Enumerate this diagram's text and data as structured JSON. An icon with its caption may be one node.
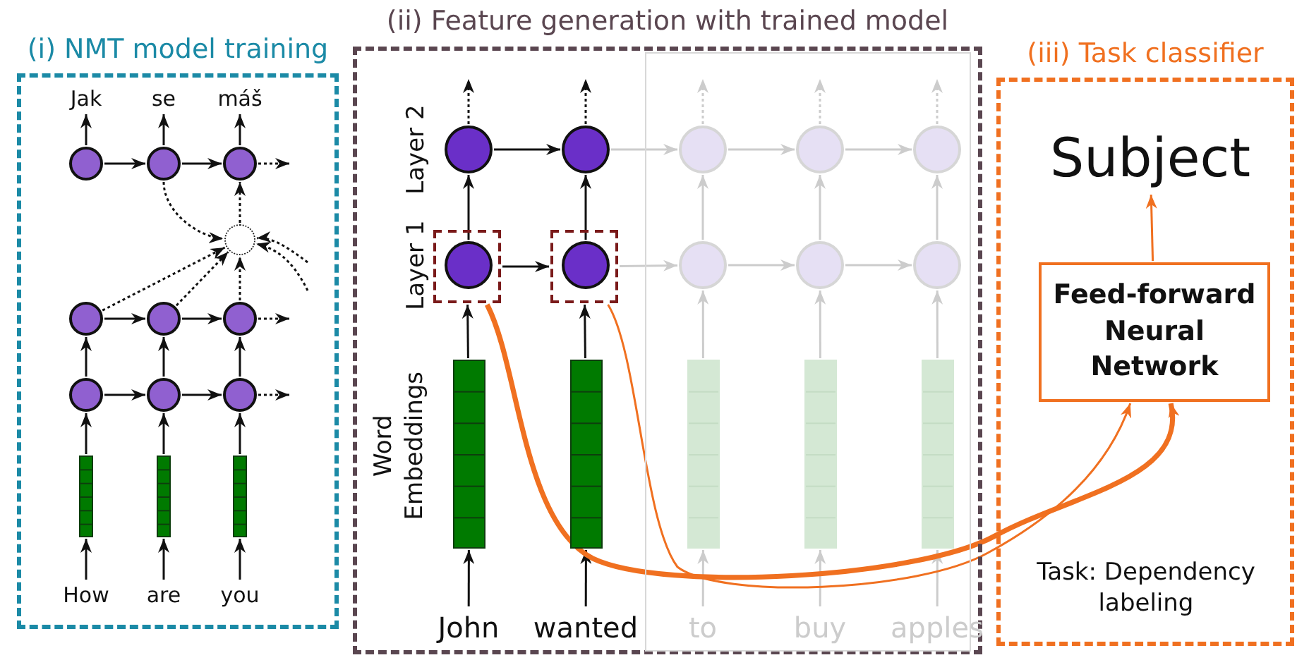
{
  "diagram": {
    "nodes": [
      {
        "text": [
          "(i) NMT model training"
        ]
      },
      {
        "text": [
          "Jak"
        ],
        "in": 0
      },
      {
        "text": [
          "se"
        ],
        "in": 0
      },
      {
        "text": [
          "máš"
        ],
        "in": 0
      },
      {
        "text": [],
        "shape": "circle",
        "in": 0
      },
      {
        "text": [],
        "shape": "circle",
        "in": 0
      },
      {
        "text": [],
        "shape": "circle",
        "in": 0
      },
      {
        "text": [],
        "shape": "circle",
        "in": 0
      },
      {
        "text": [],
        "shape": "circle",
        "in": 0
      },
      {
        "text": [],
        "shape": "circle",
        "in": 0
      },
      {
        "text": [],
        "shape": "circle",
        "in": 0
      },
      {
        "text": [],
        "shape": "circle",
        "in": 0
      },
      {
        "text": [],
        "shape": "circle",
        "in": 0
      },
      {
        "text": [],
        "shape": "circle",
        "in": 0
      },
      {
        "text": [],
        "shape": "bar",
        "in": 0
      },
      {
        "text": [],
        "shape": "bar",
        "in": 0
      },
      {
        "text": [],
        "shape": "bar",
        "in": 0
      },
      {
        "text": [
          "How"
        ],
        "in": 0
      },
      {
        "text": [
          "are"
        ],
        "in": 0
      },
      {
        "text": [
          "you"
        ],
        "in": 0
      },
      {
        "text": [
          "(ii) Feature generation with trained model"
        ]
      },
      {
        "text": [],
        "shape": "circle",
        "in": 20
      },
      {
        "text": [],
        "shape": "circle",
        "in": 20
      },
      {
        "text": [],
        "shape": "circle",
        "in": 20
      },
      {
        "text": [],
        "shape": "circle",
        "in": 20
      },
      {
        "text": [],
        "shape": "circle",
        "in": 20
      },
      {
        "text": [],
        "shape": "box",
        "in": 20
      },
      {
        "text": [],
        "shape": "circle",
        "in": 26
      },
      {
        "text": [],
        "shape": "box",
        "in": 20
      },
      {
        "text": [],
        "shape": "circle",
        "in": 28
      },
      {
        "text": [],
        "shape": "circle",
        "in": 20
      },
      {
        "text": [],
        "shape": "circle",
        "in": 20
      },
      {
        "text": [],
        "shape": "circle",
        "in": 20
      },
      {
        "text": [],
        "shape": "bar",
        "in": 20
      },
      {
        "text": [],
        "shape": "bar",
        "in": 20
      },
      {
        "text": [],
        "shape": "bar",
        "in": 20
      },
      {
        "text": [],
        "shape": "bar",
        "in": 20
      },
      {
        "text": [],
        "shape": "bar",
        "in": 20
      },
      {
        "text": [
          "John"
        ],
        "in": 20
      },
      {
        "text": [
          "wanted"
        ],
        "in": 20
      },
      {
        "text": [
          "to"
        ],
        "in": 20
      },
      {
        "text": [
          "buy"
        ],
        "in": 20
      },
      {
        "text": [
          "apples"
        ],
        "in": 20
      },
      {
        "text": [
          "(iii) Task classifier"
        ]
      },
      {
        "text": [
          "Subject"
        ],
        "in": 43
      },
      {
        "text": [
          "Feed-forward Neural Network"
        ],
        "in": 43
      }
    ],
    "edges": [
      {
        "from": 4,
        "to": 1,
        "arrow": "to"
      },
      {
        "from": 5,
        "to": 2,
        "arrow": "to"
      },
      {
        "from": 6,
        "to": 3,
        "arrow": "to"
      },
      {
        "from": 4,
        "to": 5,
        "arrow": "to"
      },
      {
        "from": 5,
        "to": 6,
        "arrow": "to"
      },
      {
        "from": 6,
        "to": null,
        "arrow": "to",
        "style": "dashed"
      },
      {
        "from": 5,
        "to": 7,
        "arrow": "to",
        "style": "dashed"
      },
      {
        "from": 7,
        "to": 6,
        "arrow": "to",
        "style": "dashed"
      },
      {
        "from": 8,
        "to": 7,
        "arrow": "to",
        "style": "dashed"
      },
      {
        "from": 9,
        "to": 7,
        "arrow": "to",
        "style": "dashed"
      },
      {
        "from": 10,
        "to": 7,
        "arrow": "to",
        "style": "dashed"
      },
      {
        "from": null,
        "to": 7,
        "arrow": "to",
        "style": "dashed"
      },
      {
        "from": null,
        "to": 7,
        "arrow": "to",
        "style": "dashed"
      },
      {
        "from": 8,
        "to": 9,
        "arrow": "to"
      },
      {
        "from": 9,
        "to": 10,
        "arrow": "to"
      },
      {
        "from": 10,
        "to": null,
        "arrow": "to",
        "style": "dashed"
      },
      {
        "from": 11,
        "to": 8,
        "arrow": "to"
      },
      {
        "from": 12,
        "to": 9,
        "arrow": "to"
      },
      {
        "from": 13,
        "to": 10,
        "arrow": "to"
      },
      {
        "from": 11,
        "to": 12,
        "arrow": "to"
      },
      {
        "from": 12,
        "to": 13,
        "arrow": "to"
      },
      {
        "from": 13,
        "to": null,
        "arrow": "to",
        "style": "dashed"
      },
      {
        "from": 14,
        "to": 11,
        "arrow": "to"
      },
      {
        "from": 15,
        "to": 12,
        "arrow": "to"
      },
      {
        "from": 16,
        "to": 13,
        "arrow": "to"
      },
      {
        "from": 17,
        "to": 14,
        "arrow": "to"
      },
      {
        "from": 18,
        "to": 15,
        "arrow": "to"
      },
      {
        "from": 19,
        "to": 16,
        "arrow": "to"
      },
      {
        "from": 21,
        "to": null,
        "arrow": "to",
        "style": "dashed"
      },
      {
        "from": 22,
        "to": null,
        "arrow": "to",
        "style": "dashed"
      },
      {
        "from": 23,
        "to": null,
        "arrow": "to",
        "style": "dashed",
        "color": "#cccccc"
      },
      {
        "from": 24,
        "to": null,
        "arrow": "to",
        "style": "dashed",
        "color": "#cccccc"
      },
      {
        "from": 25,
        "to": null,
        "arrow": "to",
        "style": "dashed",
        "color": "#cccccc"
      },
      {
        "from": 21,
        "to": 22,
        "arrow": "to"
      },
      {
        "from": 22,
        "to": 23,
        "arrow": "to",
        "color": "#cccccc"
      },
      {
        "from": 23,
        "to": 24,
        "arrow": "to",
        "color": "#cccccc"
      },
      {
        "from": 24,
        "to": 25,
        "arrow": "to",
        "color": "#cccccc"
      },
      {
        "from": 27,
        "to": 21,
        "arrow": "to"
      },
      {
        "from": 29,
        "to": 22,
        "arrow": "to"
      },
      {
        "from": 30,
        "to": 23,
        "arrow": "to",
        "color": "#cccccc"
      },
      {
        "from": 31,
        "to": 24,
        "arrow": "to",
        "color": "#cccccc"
      },
      {
        "from": 32,
        "to": 25,
        "arrow": "to",
        "color": "#cccccc"
      },
      {
        "from": 26,
        "to": 28,
        "arrow": "to"
      },
      {
        "from": 28,
        "to": 30,
        "arrow": "to",
        "color": "#cccccc"
      },
      {
        "from": 30,
        "to": 31,
        "arrow": "to",
        "color": "#cccccc"
      },
      {
        "from": 31,
        "to": 32,
        "arrow": "to",
        "color": "#cccccc"
      },
      {
        "from": 33,
        "to": 26,
        "arrow": "to"
      },
      {
        "from": 34,
        "to": 28,
        "arrow": "to"
      },
      {
        "from": 35,
        "to": 30,
        "arrow": "to",
        "color": "#cccccc"
      },
      {
        "from": 36,
        "to": 31,
        "arrow": "to",
        "color": "#cccccc"
      },
      {
        "from": 37,
        "to": 32,
        "arrow": "to",
        "color": "#cccccc"
      },
      {
        "from": 38,
        "to": 33,
        "arrow": "to"
      },
      {
        "from": 39,
        "to": 34,
        "arrow": "to"
      },
      {
        "from": 40,
        "to": 35,
        "arrow": "to",
        "color": "#cccccc"
      },
      {
        "from": 41,
        "to": 36,
        "arrow": "to",
        "color": "#cccccc"
      },
      {
        "from": 42,
        "to": 37,
        "arrow": "to",
        "color": "#cccccc"
      },
      {
        "from": 26,
        "to": 45,
        "arrow": "to",
        "style": "thick",
        "color": "#f07020"
      },
      {
        "from": 28,
        "to": 45,
        "arrow": "to",
        "color": "#f07020"
      },
      {
        "from": 45,
        "to": 44,
        "arrow": "to",
        "color": "#f07020"
      }
    ],
    "labels": [
      "Layer 2",
      "Layer 1",
      "Word Embeddings",
      "Task: Dependency labeling"
    ]
  }
}
